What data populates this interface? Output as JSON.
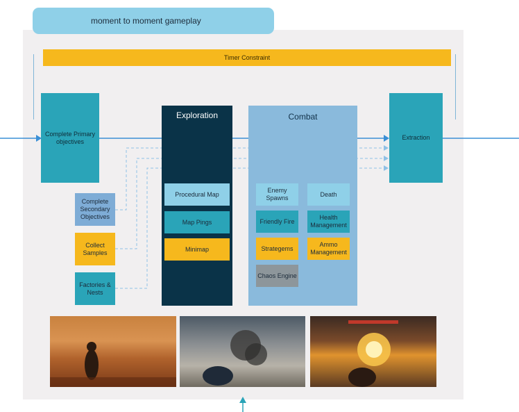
{
  "title": "moment to moment gameplay",
  "timer_label": "Timer Constraint",
  "primary_label": "Complete Primary objectives",
  "extraction_label": "Extraction",
  "secondary": {
    "complete": "Complete Secondary Objectives",
    "samples": "Collect Samples",
    "factories": "Factories & Nests"
  },
  "exploration": {
    "title": "Exploration",
    "items": [
      "Procedural Map",
      "Map Pings",
      "Minimap"
    ]
  },
  "combat": {
    "title": "Combat",
    "items": [
      "Enemy Spawns",
      "Death",
      "Friendly Fire",
      "Health Management",
      "Strategems",
      "Ammo Management",
      "Chaos Engine"
    ]
  },
  "colors": {
    "panel": "#f1eff0",
    "tab": "#8fd0e8",
    "timer": "#f6b81d",
    "teal": "#2aa4b8",
    "exploration": "#0a3348",
    "combat": "#8abadc",
    "line": "#3a8fd6"
  }
}
